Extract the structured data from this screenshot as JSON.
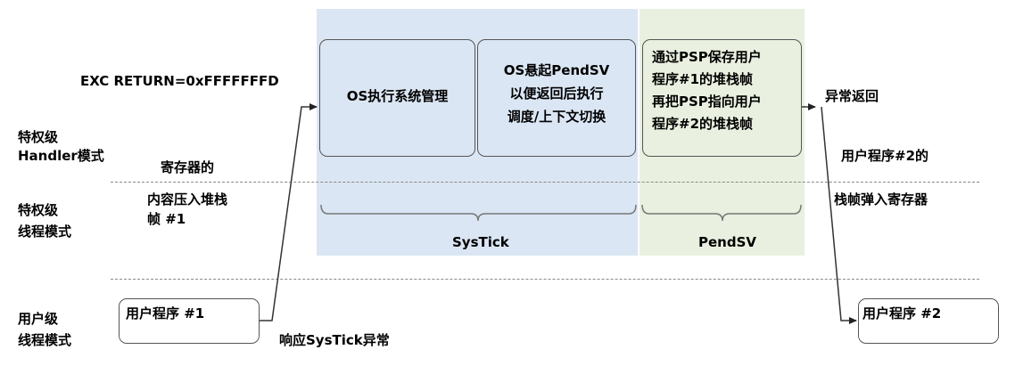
{
  "colors": {
    "systick_region": "#dbe6f4",
    "pendsv_region": "#e9f0df",
    "box_border": "#555555",
    "dashed_line": "#888888",
    "arrow": "#333333"
  },
  "exc_return": "EXC  RETURN=0xFFFFFFFD",
  "levels": {
    "handler": [
      "特权级",
      "Handler模式"
    ],
    "priv_thread": [
      "特权级",
      "线程模式"
    ],
    "user_thread": [
      "用户级",
      "线程模式"
    ]
  },
  "push_note": [
    "寄存器的",
    "内容压入堆栈",
    "帧 #1"
  ],
  "pop_note": [
    "用户程序#2的",
    "栈帧弹入寄存器"
  ],
  "response_label": "响应SysTick异常",
  "return_label": "异常返回",
  "user_prog_1": "用户程序 #1",
  "user_prog_2": "用户程序 #2",
  "boxes": {
    "os_mgmt": "OS执行系统管理",
    "os_pend": [
      "OS悬起PendSV",
      "以便返回后执行",
      "调度/上下文切换"
    ],
    "psp_switch": [
      "通过PSP保存用户",
      "程序#1的堆栈帧",
      "再把PSP指向用户",
      "程序#2的堆栈帧"
    ]
  },
  "brace_labels": {
    "systick": "SysTick",
    "pendsv": "PendSV"
  }
}
